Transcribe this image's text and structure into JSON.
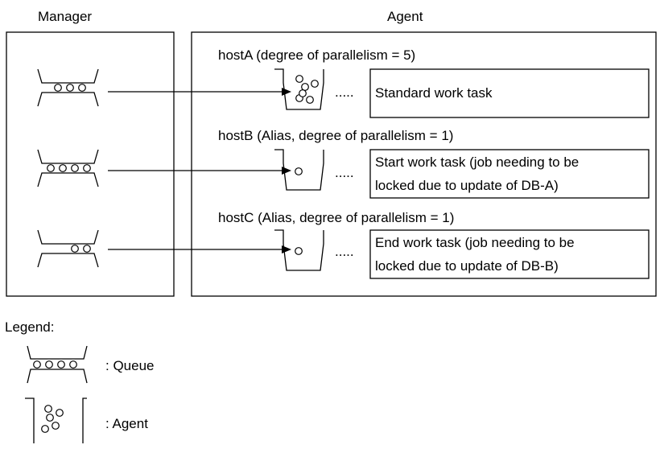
{
  "headers": {
    "manager": "Manager",
    "agent": "Agent"
  },
  "rows": [
    {
      "host_label": "hostA (degree of parallelism = 5)",
      "dots": ".....",
      "task_lines": [
        "Standard work task"
      ]
    },
    {
      "host_label": "hostB (Alias, degree of parallelism = 1)",
      "dots": ".....",
      "task_lines": [
        "Start work task (job needing to be",
        "locked due to update of DB-A)"
      ]
    },
    {
      "host_label": "hostC (Alias, degree of parallelism = 1)",
      "dots": ".....",
      "task_lines": [
        "End work task (job needing to be",
        "locked due to update of DB-B)"
      ]
    }
  ],
  "legend": {
    "title": "Legend:",
    "queue_label": ": Queue",
    "agent_label": ": Agent"
  }
}
